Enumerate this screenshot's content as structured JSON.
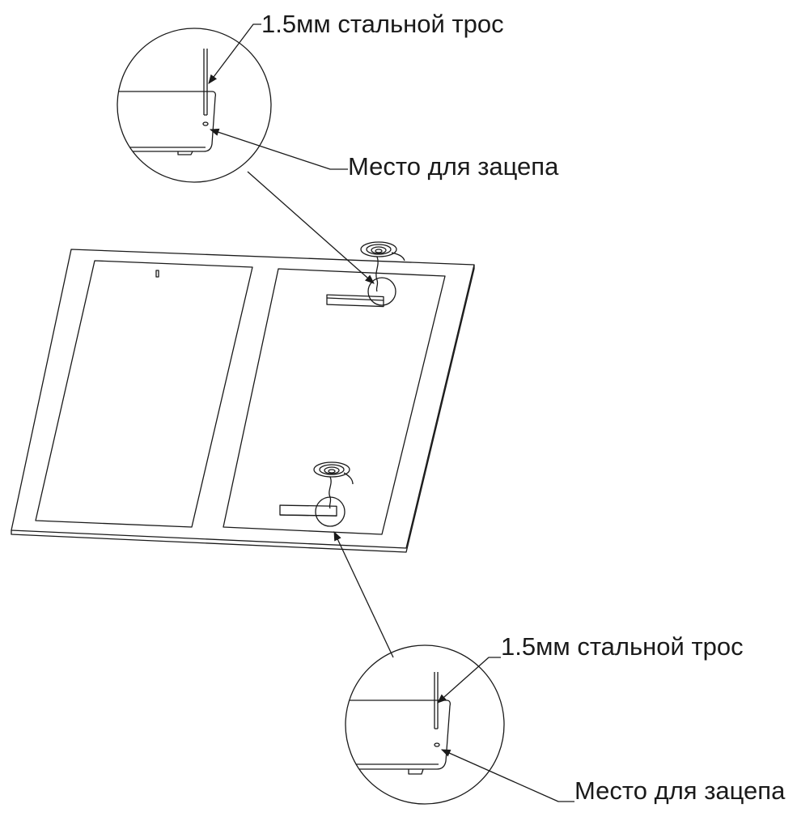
{
  "callouts": {
    "top": {
      "cable_label": "1.5мм стальной трос",
      "hook_label": "Место для зацепа"
    },
    "bottom": {
      "cable_label": "1.5мм стальной трос",
      "hook_label": "Место для зацепа"
    }
  },
  "colors": {
    "line": "#1a1a1a",
    "background": "#ffffff"
  }
}
